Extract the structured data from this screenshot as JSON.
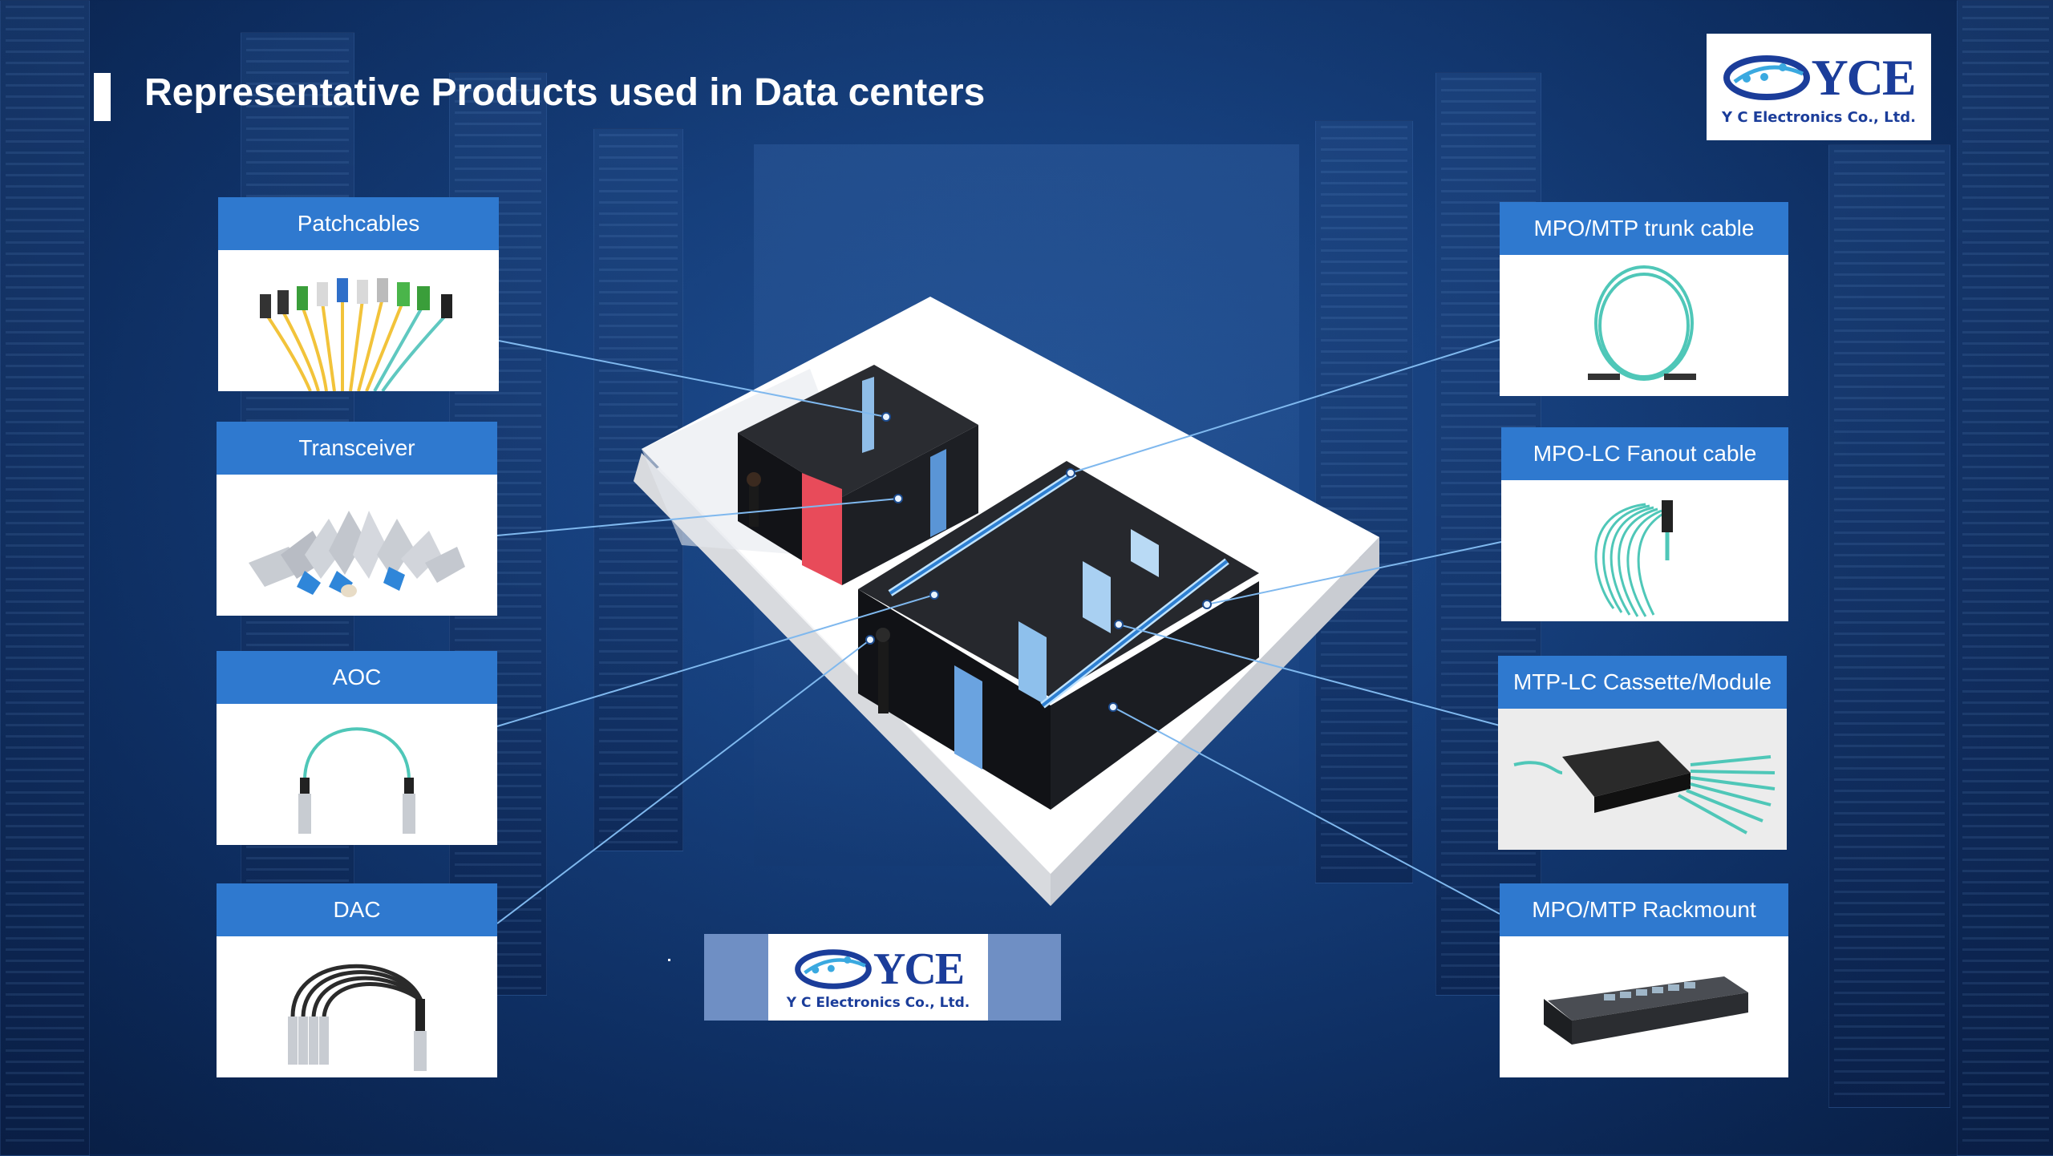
{
  "header": {
    "title": "Representative Products used in Data centers"
  },
  "logo": {
    "brand": "YCE",
    "company": "Y C Electronics Co., Ltd."
  },
  "products_left": [
    {
      "label": "Patchcables",
      "icon": "patch-cables-image"
    },
    {
      "label": "Transceiver",
      "icon": "transceiver-image"
    },
    {
      "label": "AOC",
      "icon": "aoc-cable-image"
    },
    {
      "label": "DAC",
      "icon": "dac-cable-image"
    }
  ],
  "products_right": [
    {
      "label": "MPO/MTP trunk cable",
      "icon": "trunk-cable-image"
    },
    {
      "label": "MPO-LC Fanout cable",
      "icon": "fanout-cable-image"
    },
    {
      "label": "MTP-LC Cassette/Module",
      "icon": "cassette-module-image"
    },
    {
      "label": "MPO/MTP Rackmount",
      "icon": "rackmount-image"
    }
  ],
  "colors": {
    "card_header": "#2f79cf",
    "aqua_cable": "#4fc7b8",
    "brand_blue": "#1b3d9a",
    "background": "#163f7c"
  }
}
